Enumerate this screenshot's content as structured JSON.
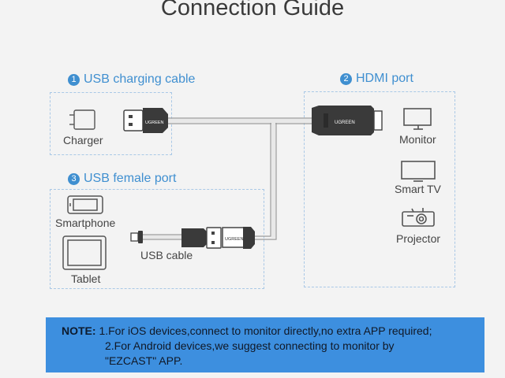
{
  "title": "Connection Guide",
  "sections": {
    "usb_charging": {
      "number": "1",
      "label": "USB charging cable"
    },
    "hdmi": {
      "number": "2",
      "label": "HDMI port"
    },
    "usb_female": {
      "number": "3",
      "label": "USB female port"
    }
  },
  "devices": {
    "charger": "Charger",
    "monitor": "Monitor",
    "smart_tv": "Smart TV",
    "projector": "Projector",
    "smartphone": "Smartphone",
    "tablet": "Tablet",
    "usb_cable": "USB cable"
  },
  "brand": {
    "usb_plug_text": "UGREEN",
    "hdmi_plug_text": "UGREEN",
    "female_plug_text": "UGREEN"
  },
  "note": {
    "key": "NOTE:",
    "line1": "1.For iOS devices,connect to monitor directly,no extra APP required;",
    "line2": "2.For Android devices,we suggest connecting to monitor by",
    "line3": "\"EZCAST\" APP."
  },
  "colors": {
    "accent": "#3f8fd0",
    "note_bg": "#3d8fdf",
    "cable": "#e0e0e0",
    "plug": "#3a3a3a"
  }
}
